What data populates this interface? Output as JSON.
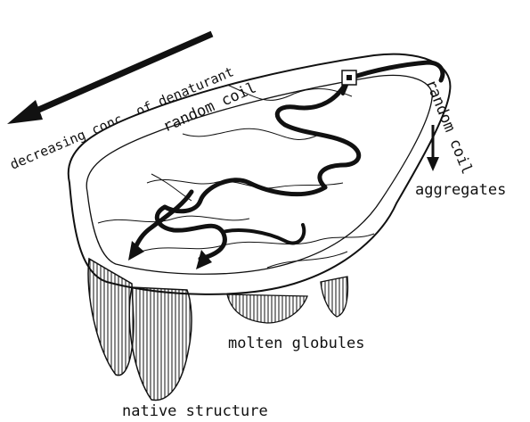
{
  "diagram": {
    "labels": {
      "denaturant": "decreasing conc. of denaturant",
      "random_coil_top": "random coil",
      "random_coil_right": "random coil",
      "aggregates": "aggregates",
      "molten_globules": "molten globules",
      "native_structure": "native structure"
    },
    "icons": {
      "arrow": "arrow-icon",
      "marker": "square-marker-icon"
    },
    "colors": {
      "ink": "#111111",
      "background": "#ffffff"
    }
  }
}
